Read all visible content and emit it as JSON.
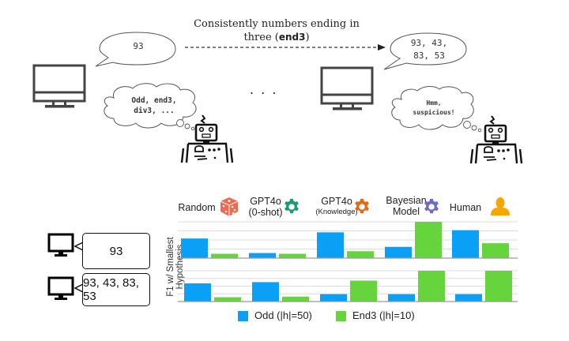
{
  "top_scene": {
    "title_line1": "Consistently numbers ending in",
    "title_line2_prefix": "three (",
    "title_line2_bold": "end3",
    "title_line2_suffix": ")",
    "left_speech": "93",
    "left_thought_line1": "Odd, end3,",
    "left_thought_line2": "div3, ...",
    "ellipsis": ". . .",
    "right_speech_line1": "93, 43,",
    "right_speech_line2": "83, 53",
    "right_thought_line1": "Hmm,",
    "right_thought_line2": "suspicious!"
  },
  "methods": [
    {
      "label_line1": "Random",
      "label_line2": "",
      "icon": "dice-icon",
      "color": "#f0684f"
    },
    {
      "label_line1": "GPT4o",
      "label_line2": "(0-shot)",
      "icon": "gear-icon",
      "color": "#1f9970"
    },
    {
      "label_line1": "GPT4o",
      "label_line2": "(Knowledge)",
      "icon": "gear-icon",
      "color": "#e06a17"
    },
    {
      "label_line1": "Bayesian",
      "label_line2": "Model",
      "icon": "gear-icon",
      "color": "#6e6bc2"
    },
    {
      "label_line1": "Human",
      "label_line2": "",
      "icon": "person-icon",
      "color": "#f7a600"
    }
  ],
  "prompts": [
    "93",
    "93, 43, 83, 53"
  ],
  "colors": {
    "odd": "#0aa0f5",
    "end3": "#66d43c"
  },
  "chart_data": {
    "type": "bar",
    "ylabel": "F1 w/ Smallest Hypothesis",
    "ylim": [
      0,
      1
    ],
    "grid": true,
    "legend_position": "bottom",
    "categories": [
      "Random",
      "GPT4o (0-shot)",
      "GPT4o (Knowledge)",
      "Bayesian Model",
      "Human"
    ],
    "panels": [
      {
        "prompt": "93",
        "series": [
          {
            "name": "Odd (|h|=50)",
            "values": [
              0.54,
              0.14,
              0.71,
              0.31,
              0.77
            ]
          },
          {
            "name": "End3 (|h|=10)",
            "values": [
              0.12,
              0.12,
              0.19,
              1.0,
              0.41
            ]
          }
        ]
      },
      {
        "prompt": "93, 43, 83, 53",
        "series": [
          {
            "name": "Odd (|h|=50)",
            "values": [
              0.59,
              0.63,
              0.24,
              0.24,
              0.24
            ]
          },
          {
            "name": "End3 (|h|=10)",
            "values": [
              0.14,
              0.16,
              0.68,
              1.0,
              1.0
            ]
          }
        ]
      }
    ],
    "legend": [
      "Odd (|h|=50)",
      "End3 (|h|=10)"
    ]
  }
}
